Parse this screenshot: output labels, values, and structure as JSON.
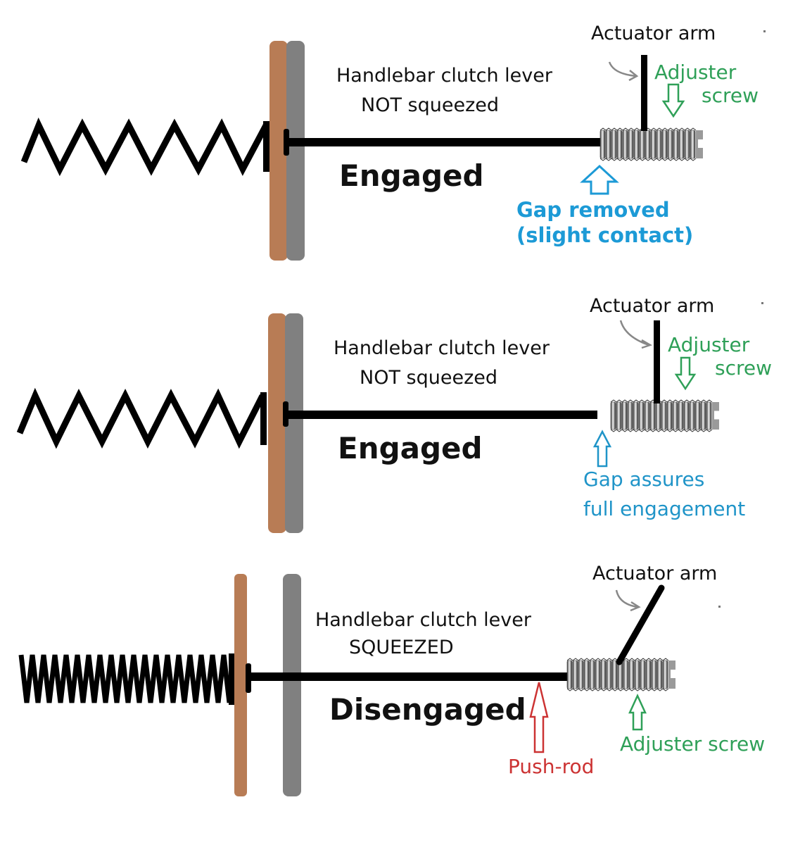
{
  "title": "Clutch push-rod and adjuster screw states",
  "colors": {
    "pressure_plate": "#b87c55",
    "friction_plate": "#808080",
    "spring_rod": "#000000",
    "adjuster_label": "#2fa058",
    "gap_label": "#1c9ad6",
    "pushrod_label": "#cc3333",
    "pointer_arrow": "#888888"
  },
  "panels": [
    {
      "state": "Engaged",
      "lever_line1": "Handlebar clutch lever",
      "lever_line2": "NOT squeezed",
      "actuator_label": "Actuator arm",
      "adjuster_line1": "Adjuster",
      "adjuster_line2": "screw",
      "gap_line1": "Gap removed",
      "gap_line2": "(slight contact)"
    },
    {
      "state": "Engaged",
      "lever_line1": "Handlebar clutch lever",
      "lever_line2": "NOT squeezed",
      "actuator_label": "Actuator arm",
      "adjuster_line1": "Adjuster",
      "adjuster_line2": "screw",
      "gap_line1": "Gap assures",
      "gap_line2": "full engagement"
    },
    {
      "state": "Disengaged",
      "lever_line1": "Handlebar clutch lever",
      "lever_line2": "SQUEEZED",
      "actuator_label": "Actuator arm",
      "adjuster_label": "Adjuster screw",
      "pushrod_label": "Push-rod"
    }
  ]
}
